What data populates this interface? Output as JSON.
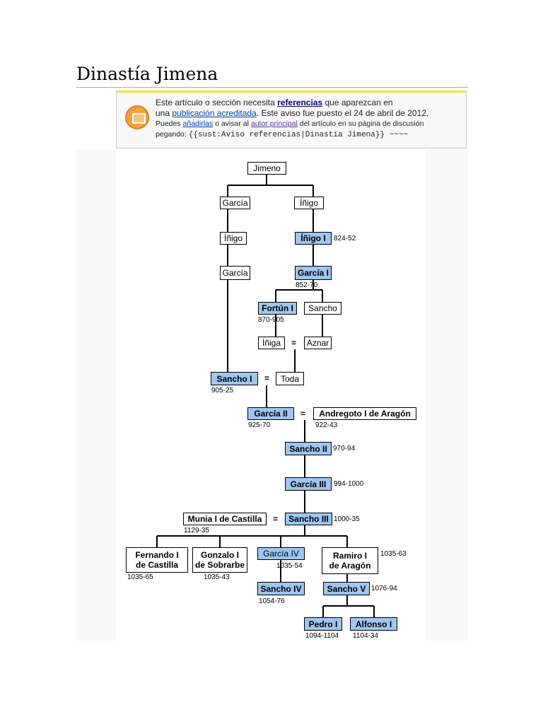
{
  "page": {
    "title": "Dinastía Jimena"
  },
  "notice": {
    "line1_a": "Este artículo o sección necesita ",
    "line1_link": "referencias",
    "line1_b": " que aparezcan en",
    "line2_a": "una ",
    "line2_link": "publicación acreditada",
    "line2_b": ". Este aviso fue puesto el 24 de abril de 2012.",
    "line3_a": "Puedes ",
    "line3_link1": "añadirlas",
    "line3_b": " o avisar al ",
    "line3_link2": "autor principal",
    "line3_c": " del artículo en su página de discusión",
    "line4_a": "pegando: ",
    "line4_code": "{{sust:Aviso referencias|Dinastía Jimena}} ~~~~",
    "icon": "book-warning-icon"
  },
  "tree": {
    "colors": {
      "king_fill": "#9fc5f0",
      "plain_fill": "#ffffff",
      "border": "#000000"
    },
    "nodes": {
      "jimeno": {
        "name": "Jimeno"
      },
      "garcia_a": {
        "name": "García"
      },
      "inigo_a": {
        "name": "Íñigo"
      },
      "inigo_b": {
        "name": "Íñigo"
      },
      "inigo_1": {
        "name": "Íñigo I",
        "years": "824-52"
      },
      "garcia_b": {
        "name": "García"
      },
      "garcia_1": {
        "name": "García I",
        "years": "852-70"
      },
      "fortun_1": {
        "name": "Fortún I",
        "years": "870-905"
      },
      "sancho_a": {
        "name": "Sancho"
      },
      "iniga": {
        "name": "Íñiga"
      },
      "aznar": {
        "name": "Aznar"
      },
      "sancho_1": {
        "name": "Sancho I",
        "years": "905-25"
      },
      "toda": {
        "name": "Toda"
      },
      "garcia_2": {
        "name": "García II",
        "years": "925-70"
      },
      "andregoto": {
        "name": "Andregoto I de Aragón",
        "years": "922-43"
      },
      "sancho_2": {
        "name": "Sancho II",
        "years": "970-94"
      },
      "garcia_3": {
        "name": "García III",
        "years": "994-1000"
      },
      "munia": {
        "name": "Munia I de Castilla",
        "years": "1129-35"
      },
      "sancho_3": {
        "name": "Sancho III",
        "years": "1000-35"
      },
      "fernando_1": {
        "name1": "Fernando I",
        "name2": "de Castilla",
        "years": "1035-65"
      },
      "gonzalo_1": {
        "name1": "Gonzalo I",
        "name2": "de Sobrarbe",
        "years": "1035-43"
      },
      "garcia_4": {
        "name": "García IV",
        "years": "1035-54"
      },
      "ramiro_1": {
        "name1": "Ramiro I",
        "name2": "de Aragón",
        "years": "1035-63"
      },
      "sancho_4": {
        "name": "Sancho IV",
        "years": "1054-76"
      },
      "sancho_5": {
        "name": "Sancho V",
        "years": "1076-94"
      },
      "pedro_1": {
        "name": "Pedro I",
        "years": "1094-1104"
      },
      "alfonso_1": {
        "name": "Alfonso I",
        "years": "1104-34"
      }
    },
    "marriage_symbol": "="
  }
}
